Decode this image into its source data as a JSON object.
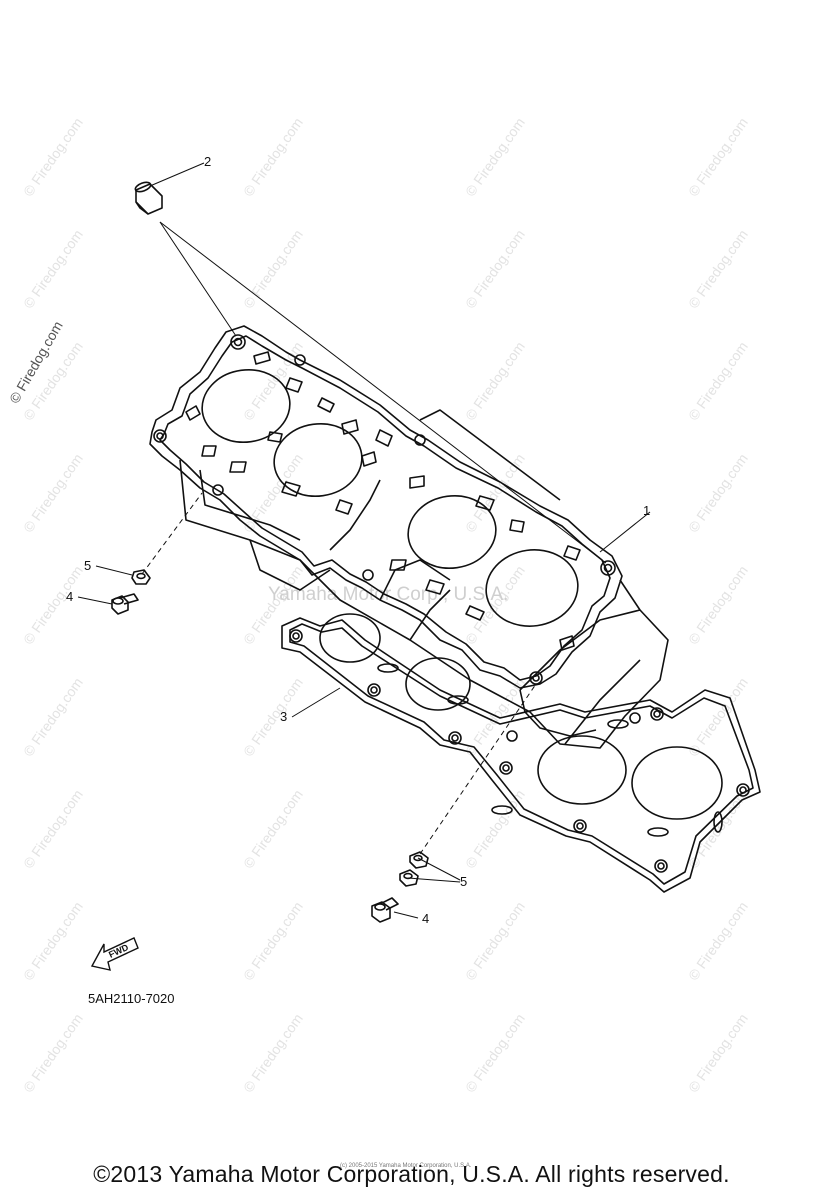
{
  "watermark": {
    "text": "© Firedog.com",
    "center_text": "Yamaha Motor Corp., U.S.A."
  },
  "callouts": {
    "c1": "1",
    "c2": "2",
    "c3": "3",
    "c4a": "4",
    "c4b": "4",
    "c5a": "5",
    "c5b": "5"
  },
  "fwd_label": "FWD",
  "part_code": "5AH2110-7020",
  "copyright": "©2013 Yamaha Motor Corporation, U.S.A. All rights reserved.",
  "tiny_note": "(c) 2005-2015 Yamaha Motor Corporation, U.S.A."
}
